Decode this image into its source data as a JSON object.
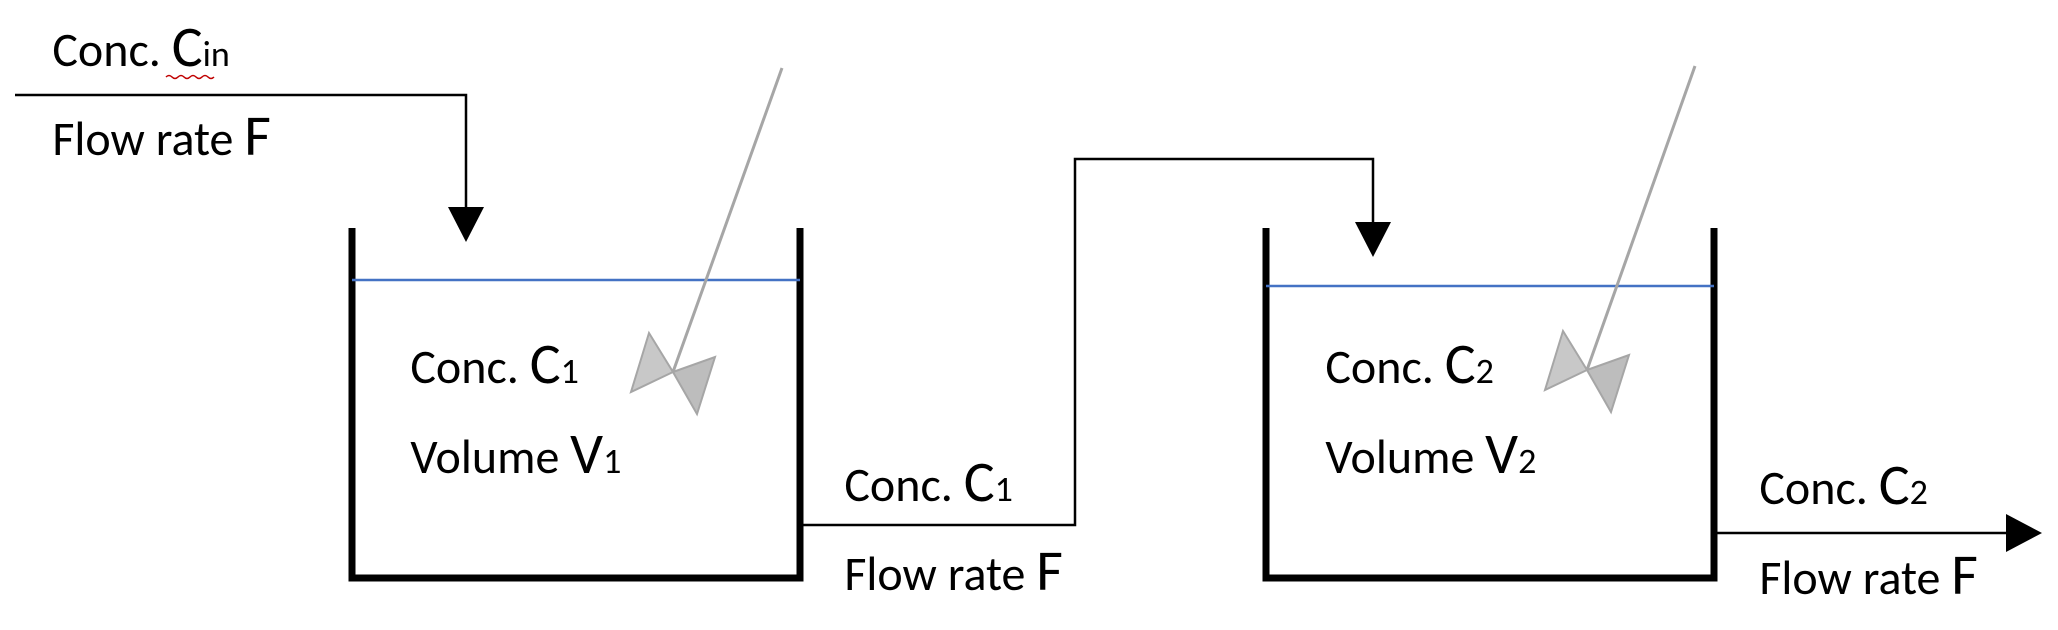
{
  "inlet": {
    "conc_text": "Conc. ",
    "conc_symbol": "C",
    "conc_subscript": "in",
    "flow_text": "Flow rate ",
    "flow_symbol": "F"
  },
  "tank1": {
    "conc_text": "Conc. ",
    "conc_symbol": "C",
    "conc_subscript": "1",
    "volume_text": "Volume ",
    "volume_symbol": "V",
    "volume_subscript": "1"
  },
  "stream1": {
    "conc_text": "Conc. ",
    "conc_symbol": "C",
    "conc_subscript": "1",
    "flow_text": "Flow rate ",
    "flow_symbol": "F"
  },
  "tank2": {
    "conc_text": "Conc. ",
    "conc_symbol": "C",
    "conc_subscript": "2",
    "volume_text": "Volume ",
    "volume_symbol": "V",
    "volume_subscript": "2"
  },
  "outlet": {
    "conc_text": "Conc. ",
    "conc_symbol": "C",
    "conc_subscript": "2",
    "flow_text": "Flow rate ",
    "flow_symbol": "F"
  },
  "colors": {
    "liquid_level": "#4472C4",
    "stirrer": "#A6A6A6",
    "impeller_blade": "#C8C8C8",
    "lines": "#000000"
  }
}
